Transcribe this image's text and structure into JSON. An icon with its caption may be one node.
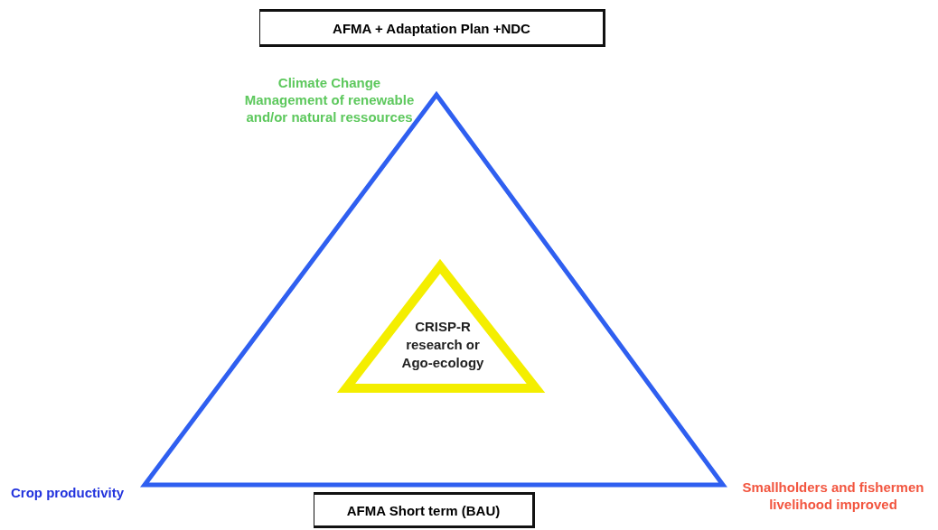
{
  "diagram": {
    "nodes": [
      {
        "text": [
          "AFMA + Adaptation Plan +NDC"
        ]
      },
      {
        "text": [],
        "shape": "triangle"
      },
      {
        "text": [
          "CRISP-R research or Ago-ecology"
        ],
        "in": 1
      },
      {
        "text": [
          "AFMA Short term (BAU)"
        ]
      }
    ],
    "labels": [
      "Climate Change Management of renewable and/or natural ressources",
      "Crop productivity",
      "Smallholders and fishermen livelihood improved"
    ]
  }
}
